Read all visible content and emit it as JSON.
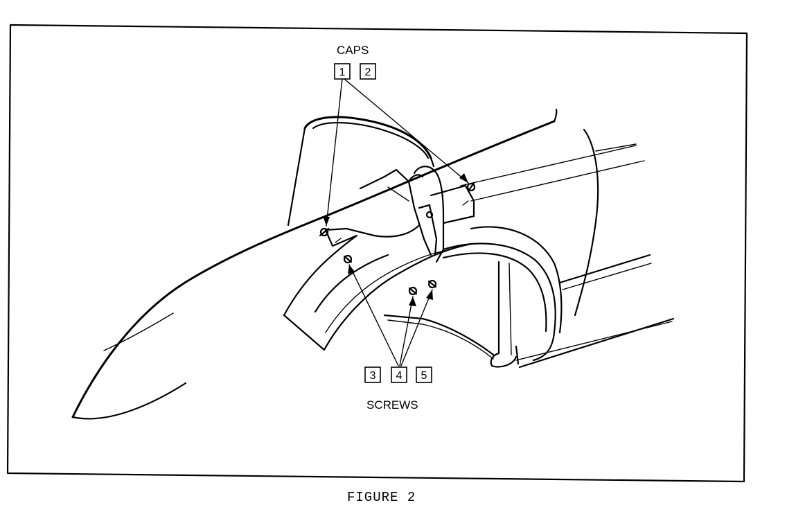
{
  "labels": {
    "caps": "CAPS",
    "screws": "SCREWS",
    "figure_caption": "FIGURE 2"
  },
  "callouts": {
    "caps": [
      "1",
      "2"
    ],
    "screws": [
      "3",
      "4",
      "5"
    ]
  }
}
